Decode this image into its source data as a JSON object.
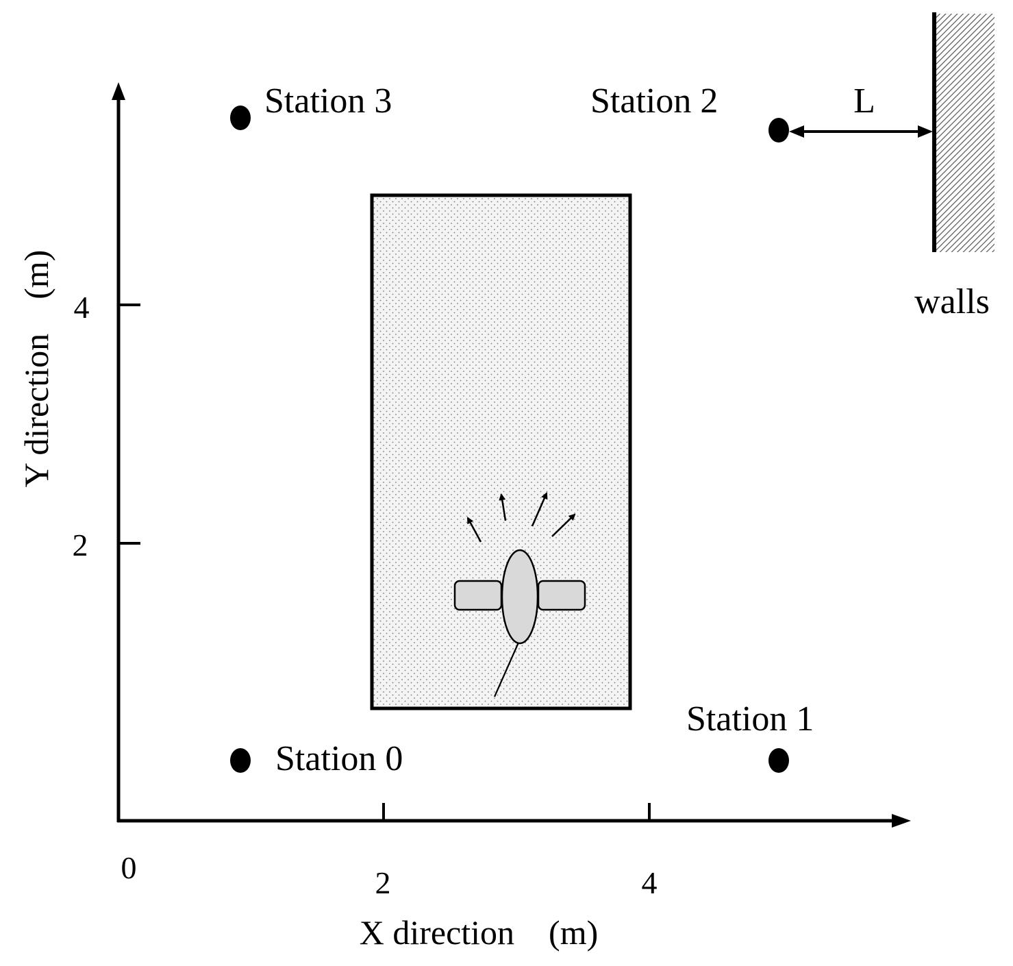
{
  "axes": {
    "x_label": "X direction　(m)",
    "y_label": "Y direction　(m)",
    "origin_label": "0",
    "x_ticks": [
      "2",
      "4"
    ],
    "y_ticks": [
      "2",
      "4"
    ]
  },
  "stations": [
    {
      "label": "Station 0"
    },
    {
      "label": "Station 1"
    },
    {
      "label": "Station 2"
    },
    {
      "label": "Station 3"
    }
  ],
  "distance_label": "L",
  "wall_label": "walls",
  "colors": {
    "ink": "#000000",
    "area_fill": "#f2f2f2",
    "robot_fill": "#d9d9d9",
    "background": "#ffffff"
  }
}
